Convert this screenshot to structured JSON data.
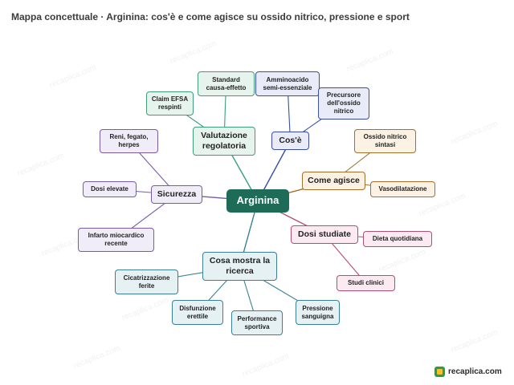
{
  "title": "Mappa concettuale · Arginina: cos'è e come agisce su ossido nitrico, pressione e sport",
  "watermark": "recaplica.com",
  "logo_text": "recaplica.com",
  "root": {
    "label": "Arginina"
  },
  "colors": {
    "root_bg": "#1e6b58",
    "regolatoria": {
      "border": "#3e9e7c",
      "fill": "#e7f4ee"
    },
    "cose": {
      "border": "#3a4fa3",
      "fill": "#e9ecf8"
    },
    "agisce": {
      "border": "#a2702a",
      "fill": "#fbf2e4"
    },
    "dosi": {
      "border": "#b44d74",
      "fill": "#fbeaf1"
    },
    "sicurezza": {
      "border": "#7a5ba8",
      "fill": "#f1edf8"
    },
    "ricerca": {
      "border": "#3a8096",
      "fill": "#e6f1f4"
    }
  },
  "branches": {
    "regolatoria": {
      "label": "Valutazione regolatoria",
      "children": [
        "Standard causa-effetto",
        "Claim EFSA respinti"
      ]
    },
    "cose": {
      "label": "Cos'è",
      "children": [
        "Amminoacido semi-essenziale",
        "Precursore dell'ossido nitrico"
      ]
    },
    "agisce": {
      "label": "Come agisce",
      "children": [
        "Ossido nitrico sintasi",
        "Vasodilatazione"
      ]
    },
    "dosi": {
      "label": "Dosi studiate",
      "children": [
        "Dieta quotidiana",
        "Studi clinici"
      ]
    },
    "sicurezza": {
      "label": "Sicurezza",
      "children": [
        "Reni, fegato, herpes",
        "Dosi elevate",
        "Infarto miocardico recente"
      ]
    },
    "ricerca": {
      "label": "Cosa mostra la ricerca",
      "children": [
        "Cicatrizzazione ferite",
        "Disfunzione erettile",
        "Performance sportiva",
        "Pressione sanguigna"
      ]
    }
  }
}
